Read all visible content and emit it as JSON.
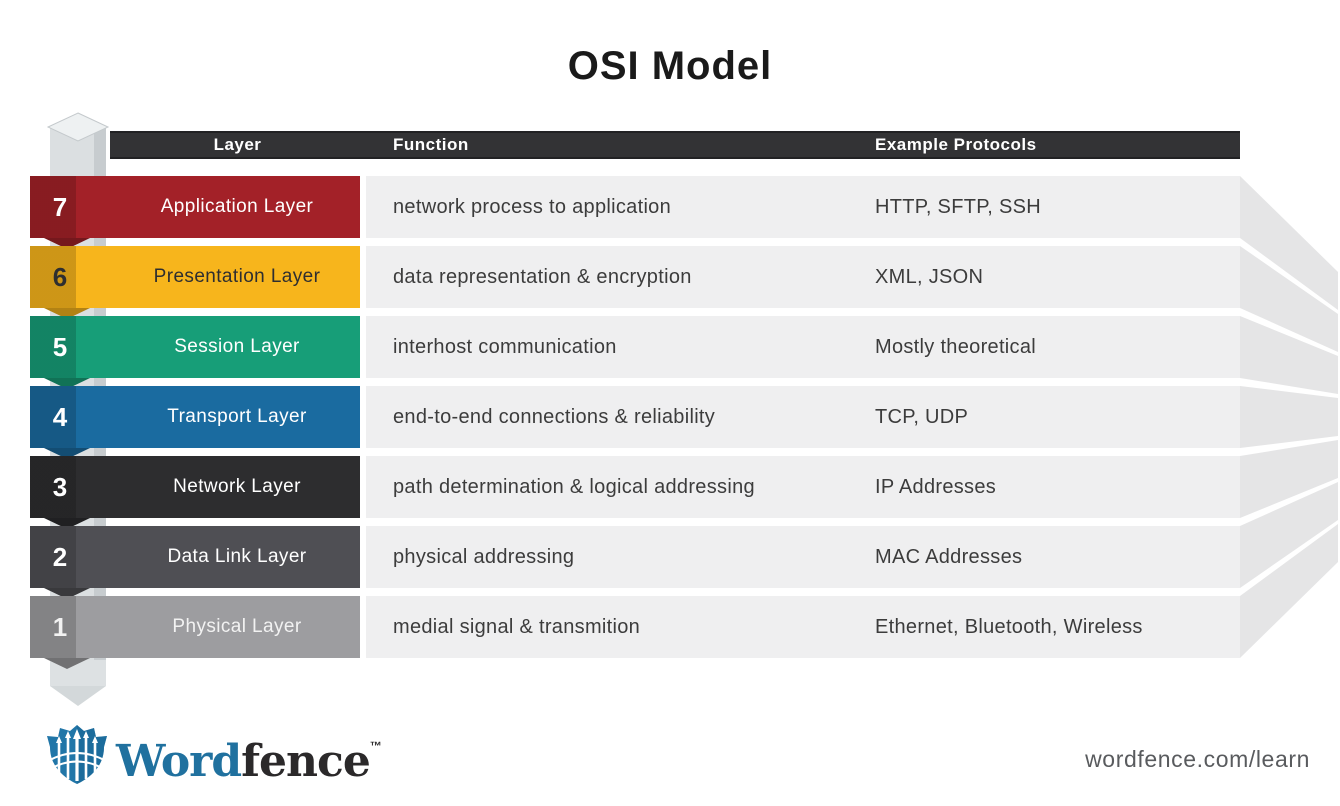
{
  "title": "OSI Model",
  "table": {
    "headers": {
      "layer": "Layer",
      "function": "Function",
      "protocols": "Example Protocols"
    },
    "rows": [
      {
        "num": "7",
        "layer": "Application Layer",
        "function": "network process to application",
        "protocols": "HTTP, SFTP, SSH",
        "color": "#a32128",
        "text_color": "#ffffff"
      },
      {
        "num": "6",
        "layer": "Presentation Layer",
        "function": "data representation & encryption",
        "protocols": "XML, JSON",
        "color": "#f7b51c",
        "text_color": "#2e2e30"
      },
      {
        "num": "5",
        "layer": "Session Layer",
        "function": "interhost communication",
        "protocols": "Mostly theoretical",
        "color": "#179e78",
        "text_color": "#ffffff"
      },
      {
        "num": "4",
        "layer": "Transport Layer",
        "function": "end-to-end connections & reliability",
        "protocols": "TCP, UDP",
        "color": "#1a6ba0",
        "text_color": "#ffffff"
      },
      {
        "num": "3",
        "layer": "Network Layer",
        "function": "path determination & logical addressing",
        "protocols": "IP Addresses",
        "color": "#2d2d2f",
        "text_color": "#ffffff"
      },
      {
        "num": "2",
        "layer": "Data Link Layer",
        "function": "physical addressing",
        "protocols": "MAC Addresses",
        "color": "#4f4f54",
        "text_color": "#ffffff"
      },
      {
        "num": "1",
        "layer": "Physical Layer",
        "function": "medial signal & transmition",
        "protocols": "Ethernet, Bluetooth, Wireless",
        "color": "#9d9da0",
        "text_color": "#f2f2f2"
      }
    ]
  },
  "footer": {
    "brand_word": "Word",
    "brand_fence": "fence",
    "trademark": "™",
    "url": "wordfence.com/learn"
  },
  "palette": {
    "header_bg": "#333335",
    "row_bg": "#efeff0",
    "fan_gray": "#e5e5e6",
    "pole_gray": "#dbdfe1",
    "brand_blue": "#20719f",
    "brand_dark": "#2b292a",
    "url_gray": "#595b5e"
  }
}
